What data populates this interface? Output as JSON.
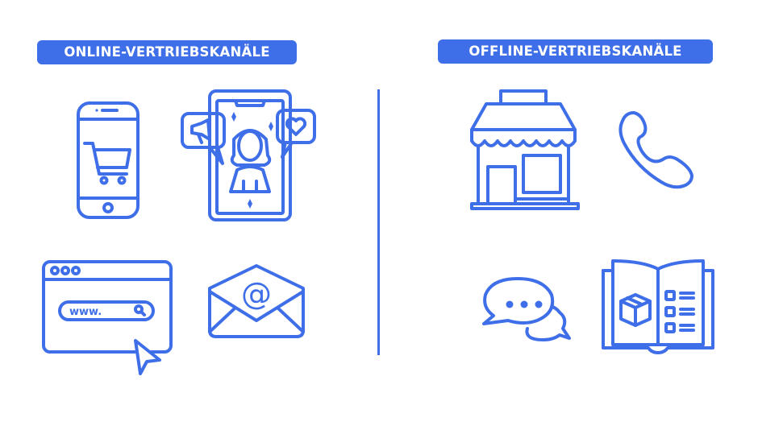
{
  "online": {
    "title": "ONLINE-VERTRIEBSKANÄLE",
    "icons": [
      {
        "name": "smartphone-cart-icon",
        "meaning": "mobile shopping"
      },
      {
        "name": "influencer-phone-icon",
        "meaning": "social media / influencer marketing"
      },
      {
        "name": "browser-window-icon",
        "meaning": "website",
        "url_text": "www."
      },
      {
        "name": "email-envelope-icon",
        "meaning": "e-mail",
        "symbol": "@"
      }
    ]
  },
  "offline": {
    "title": "OFFLINE-VERTRIEBSKANÄLE",
    "icons": [
      {
        "name": "storefront-icon",
        "meaning": "retail store"
      },
      {
        "name": "phone-handset-icon",
        "meaning": "telephone"
      },
      {
        "name": "chat-bubbles-icon",
        "meaning": "conversation / word of mouth"
      },
      {
        "name": "catalog-book-icon",
        "meaning": "print catalog"
      }
    ]
  },
  "colors": {
    "accent": "#3f6fe8",
    "background": "#ffffff",
    "badge_text": "#ffffff"
  }
}
